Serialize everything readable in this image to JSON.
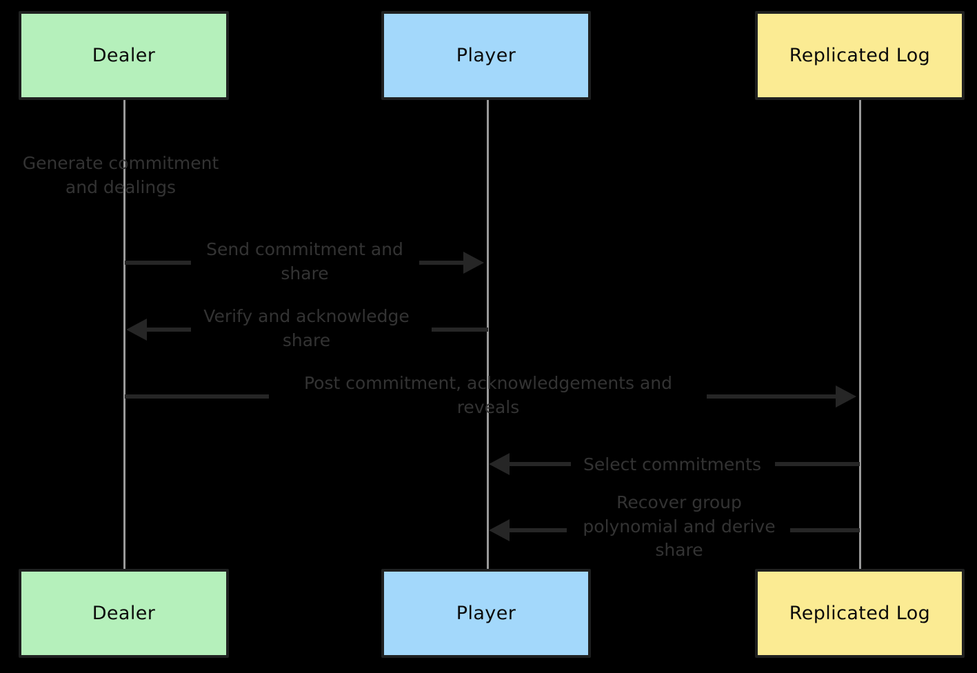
{
  "diagram": {
    "kind": "sequence-diagram",
    "background_color": "#000000",
    "participants": [
      {
        "id": "dealer",
        "label": "Dealer",
        "fill_color": "#b5f0bb",
        "border_color": "#1f2020",
        "lifeline_color": "#9a9a9a"
      },
      {
        "id": "player",
        "label": "Player",
        "fill_color": "#a3d8fb",
        "border_color": "#1f2020",
        "lifeline_color": "#9a9a9a"
      },
      {
        "id": "replicated_log",
        "label": "Replicated Log",
        "fill_color": "#fbeb93",
        "border_color": "#1f2020",
        "lifeline_color": "#9a9a9a"
      }
    ],
    "notes": [
      {
        "id": "note-generate",
        "text": "Generate commitment\nand dealings",
        "attached_to": "dealer",
        "text_color": "#333333"
      }
    ],
    "messages": [
      {
        "id": "msg-send-commitment",
        "text": "Send commitment and\nshare",
        "from": "dealer",
        "to": "player",
        "direction": "right",
        "text_color": "#333333",
        "line_color": "#262626"
      },
      {
        "id": "msg-verify-ack",
        "text": "Verify and acknowledge\nshare",
        "from": "player",
        "to": "dealer",
        "direction": "left",
        "text_color": "#333333",
        "line_color": "#262626"
      },
      {
        "id": "msg-post-commitment",
        "text": "Post commitment, acknowledgements and\nreveals",
        "from": "dealer",
        "to": "replicated_log",
        "direction": "right",
        "text_color": "#333333",
        "line_color": "#262626"
      },
      {
        "id": "msg-select-commitments",
        "text": "Select commitments",
        "from": "replicated_log",
        "to": "player",
        "direction": "left",
        "text_color": "#333333",
        "line_color": "#262626"
      },
      {
        "id": "msg-recover-group",
        "text": "Recover group\npolynomial and derive\nshare",
        "from": "replicated_log",
        "to": "player",
        "direction": "left",
        "text_color": "#333333",
        "line_color": "#262626"
      }
    ]
  }
}
